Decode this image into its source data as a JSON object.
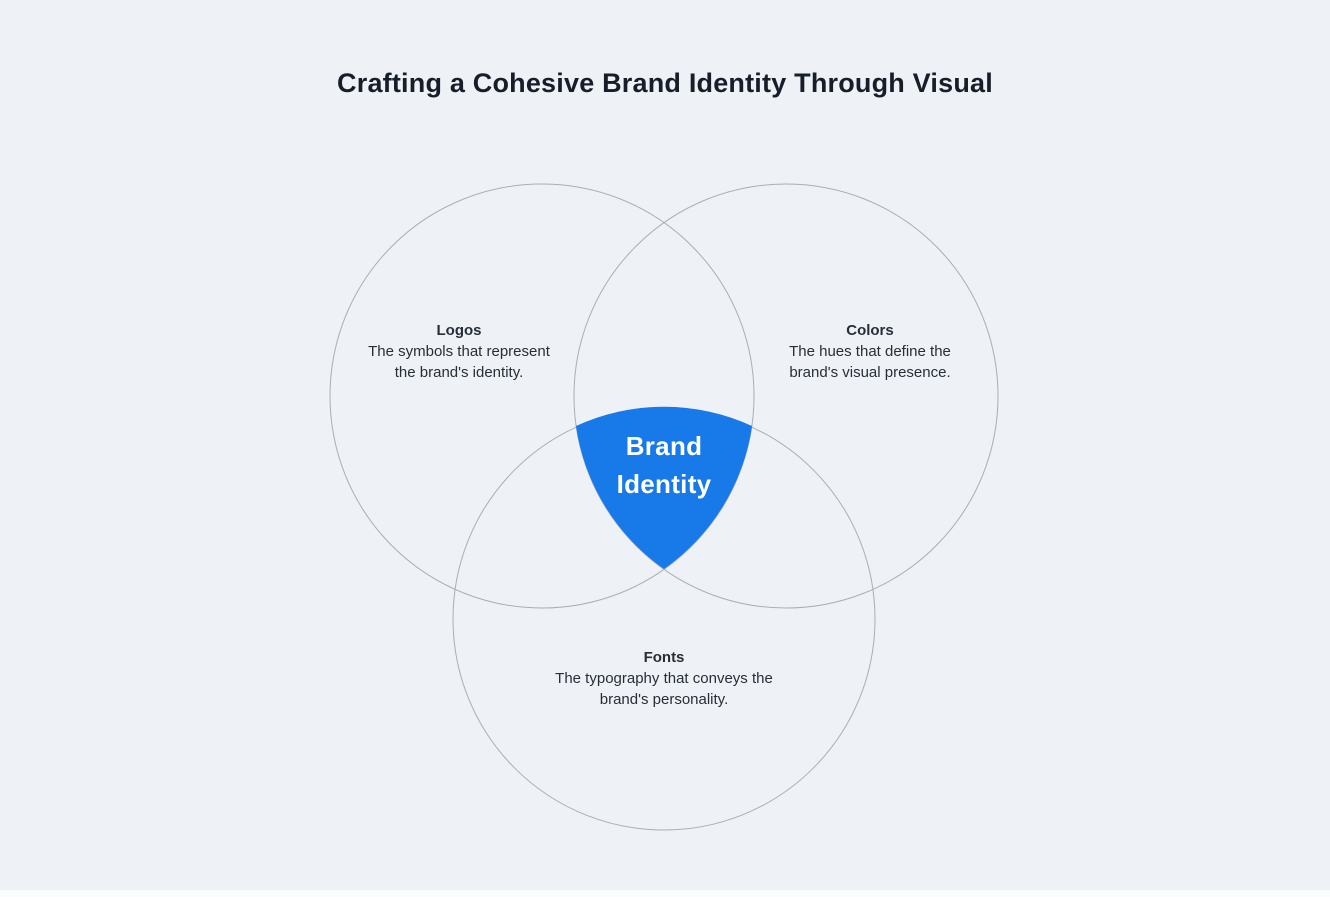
{
  "page": {
    "title": "Crafting a Cohesive Brand Identity Through Visual"
  },
  "venn": {
    "center": {
      "line1": "Brand",
      "line2": "Identity"
    },
    "sets": [
      {
        "label": "Logos",
        "desc_line1": "The symbols that represent",
        "desc_line2": "the brand's identity."
      },
      {
        "label": "Colors",
        "desc_line1": "The hues that define the",
        "desc_line2": "brand's visual presence."
      },
      {
        "label": "Fonts",
        "desc_line1": "The typography that conveys the",
        "desc_line2": "brand's personality."
      }
    ]
  },
  "colors": {
    "background": "#eef2f6",
    "circle_outline": "#a9aeb6",
    "accent_blue": "#1879e8",
    "title_text": "#171e2a",
    "body_text": "#272e38",
    "center_text": "#ffffff"
  }
}
